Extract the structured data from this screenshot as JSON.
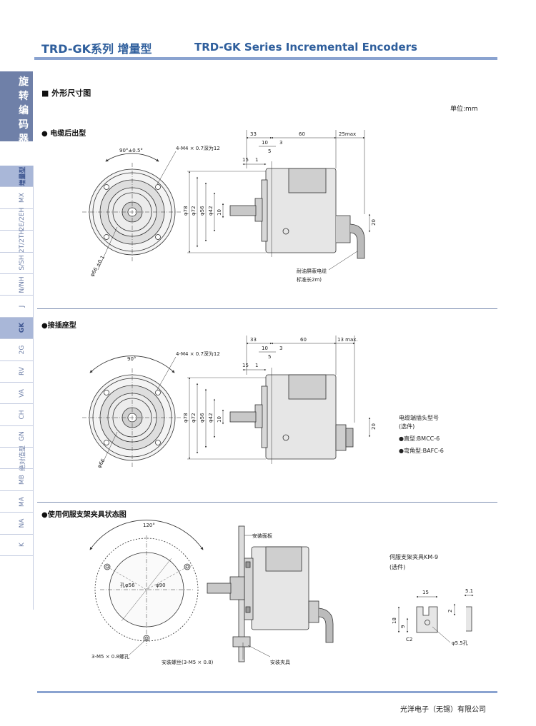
{
  "header": {
    "title_cn": "TRD-GK系列 增量型",
    "title_en": "TRD-GK Series Incremental Encoders"
  },
  "sidebar": {
    "main_label": "旋转编码器",
    "tabs": [
      {
        "label": "增量型",
        "active": true
      },
      {
        "label": "MX",
        "active": false
      },
      {
        "label": "2E/2EH",
        "active": false
      },
      {
        "label": "2T/2TH",
        "active": false
      },
      {
        "label": "S/SH",
        "active": false
      },
      {
        "label": "N/NH",
        "active": false
      },
      {
        "label": "J",
        "active": false
      },
      {
        "label": "GK",
        "active": true
      },
      {
        "label": "2G",
        "active": false
      },
      {
        "label": "RV",
        "active": false
      },
      {
        "label": "VA",
        "active": false
      },
      {
        "label": "CH",
        "active": false
      },
      {
        "label": "GN",
        "active": false
      },
      {
        "label": "绝对值型",
        "active": false
      },
      {
        "label": "MB",
        "active": false
      },
      {
        "label": "MA",
        "active": false
      },
      {
        "label": "NA",
        "active": false
      },
      {
        "label": "K",
        "active": false
      }
    ]
  },
  "page": {
    "section_title": "■ 外形尺寸图",
    "unit": "单位:mm",
    "footer": "光洋电子（无锡）有限公司"
  },
  "drawing1": {
    "title": "● 电缆后出型",
    "angle": "90°±0.5°",
    "holes": "4-M4 × 0.7深为12",
    "dia_flange": "φ66 ±0.1",
    "d33": "33",
    "d60": "60",
    "d25": "25max",
    "d10": "10",
    "d5": "5",
    "d3": "3",
    "d15": "15",
    "d1": "1",
    "dia78": "φ78",
    "dia72": "φ72",
    "dia56": "φ56",
    "dia42": "φ42",
    "dia10": "10",
    "d20": "20",
    "cable_label": "耐油屏蔽电缆",
    "cable_length": "标准长2m)"
  },
  "drawing2": {
    "title": "●接插座型",
    "angle": "90°",
    "holes": "4-M4 × 0.7深为12",
    "dia_flange": "φ66",
    "d33": "33",
    "d60": "60",
    "d13": "13 max.",
    "d10": "10",
    "d5": "5",
    "d3": "3",
    "d15": "15",
    "d1": "1",
    "dia78": "φ78",
    "dia72": "φ72",
    "dia56": "φ56",
    "dia42": "φ42",
    "dia10": "10",
    "d20": "20",
    "connector_title": "电缆端插头型号",
    "connector_optional": "(选件)",
    "connector_straight": "●直型:BMCC-6",
    "connector_angle": "●弯角型:BAFC-6"
  },
  "drawing3": {
    "title": "●使用伺服支架夹具状态图",
    "angle": "120°",
    "hole_dia": "孔φ56",
    "dia90": "φ90",
    "m5_holes": "3-M5 × 0.8螺孔",
    "plate_label": "安装面板",
    "screw_label": "安装螺丝(3-M5 × 0.8)",
    "clamp_label": "安装夹具",
    "servo_title": "伺服支架夹具KM-9",
    "servo_optional": "(选件)",
    "d15": "15",
    "d51": "5.1",
    "d18": "18",
    "d9": "9",
    "d2": "2",
    "c2": "C2",
    "hole55": "φ5.5孔"
  }
}
